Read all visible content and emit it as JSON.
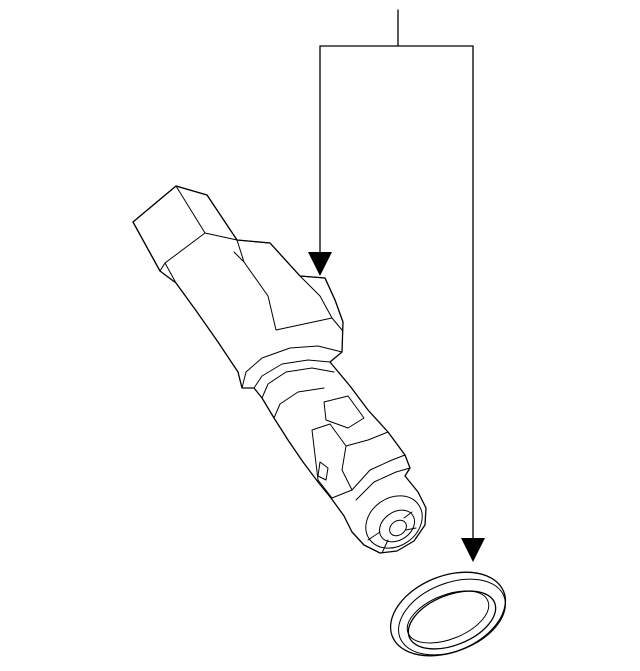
{
  "diagram": {
    "parts": [
      {
        "id": "fuel-injector",
        "icon": "fuel-injector-icon"
      },
      {
        "id": "o-ring-seal",
        "icon": "o-ring-icon"
      }
    ],
    "callout_arrows": 2,
    "line_color": "#000000",
    "background": "#ffffff"
  }
}
